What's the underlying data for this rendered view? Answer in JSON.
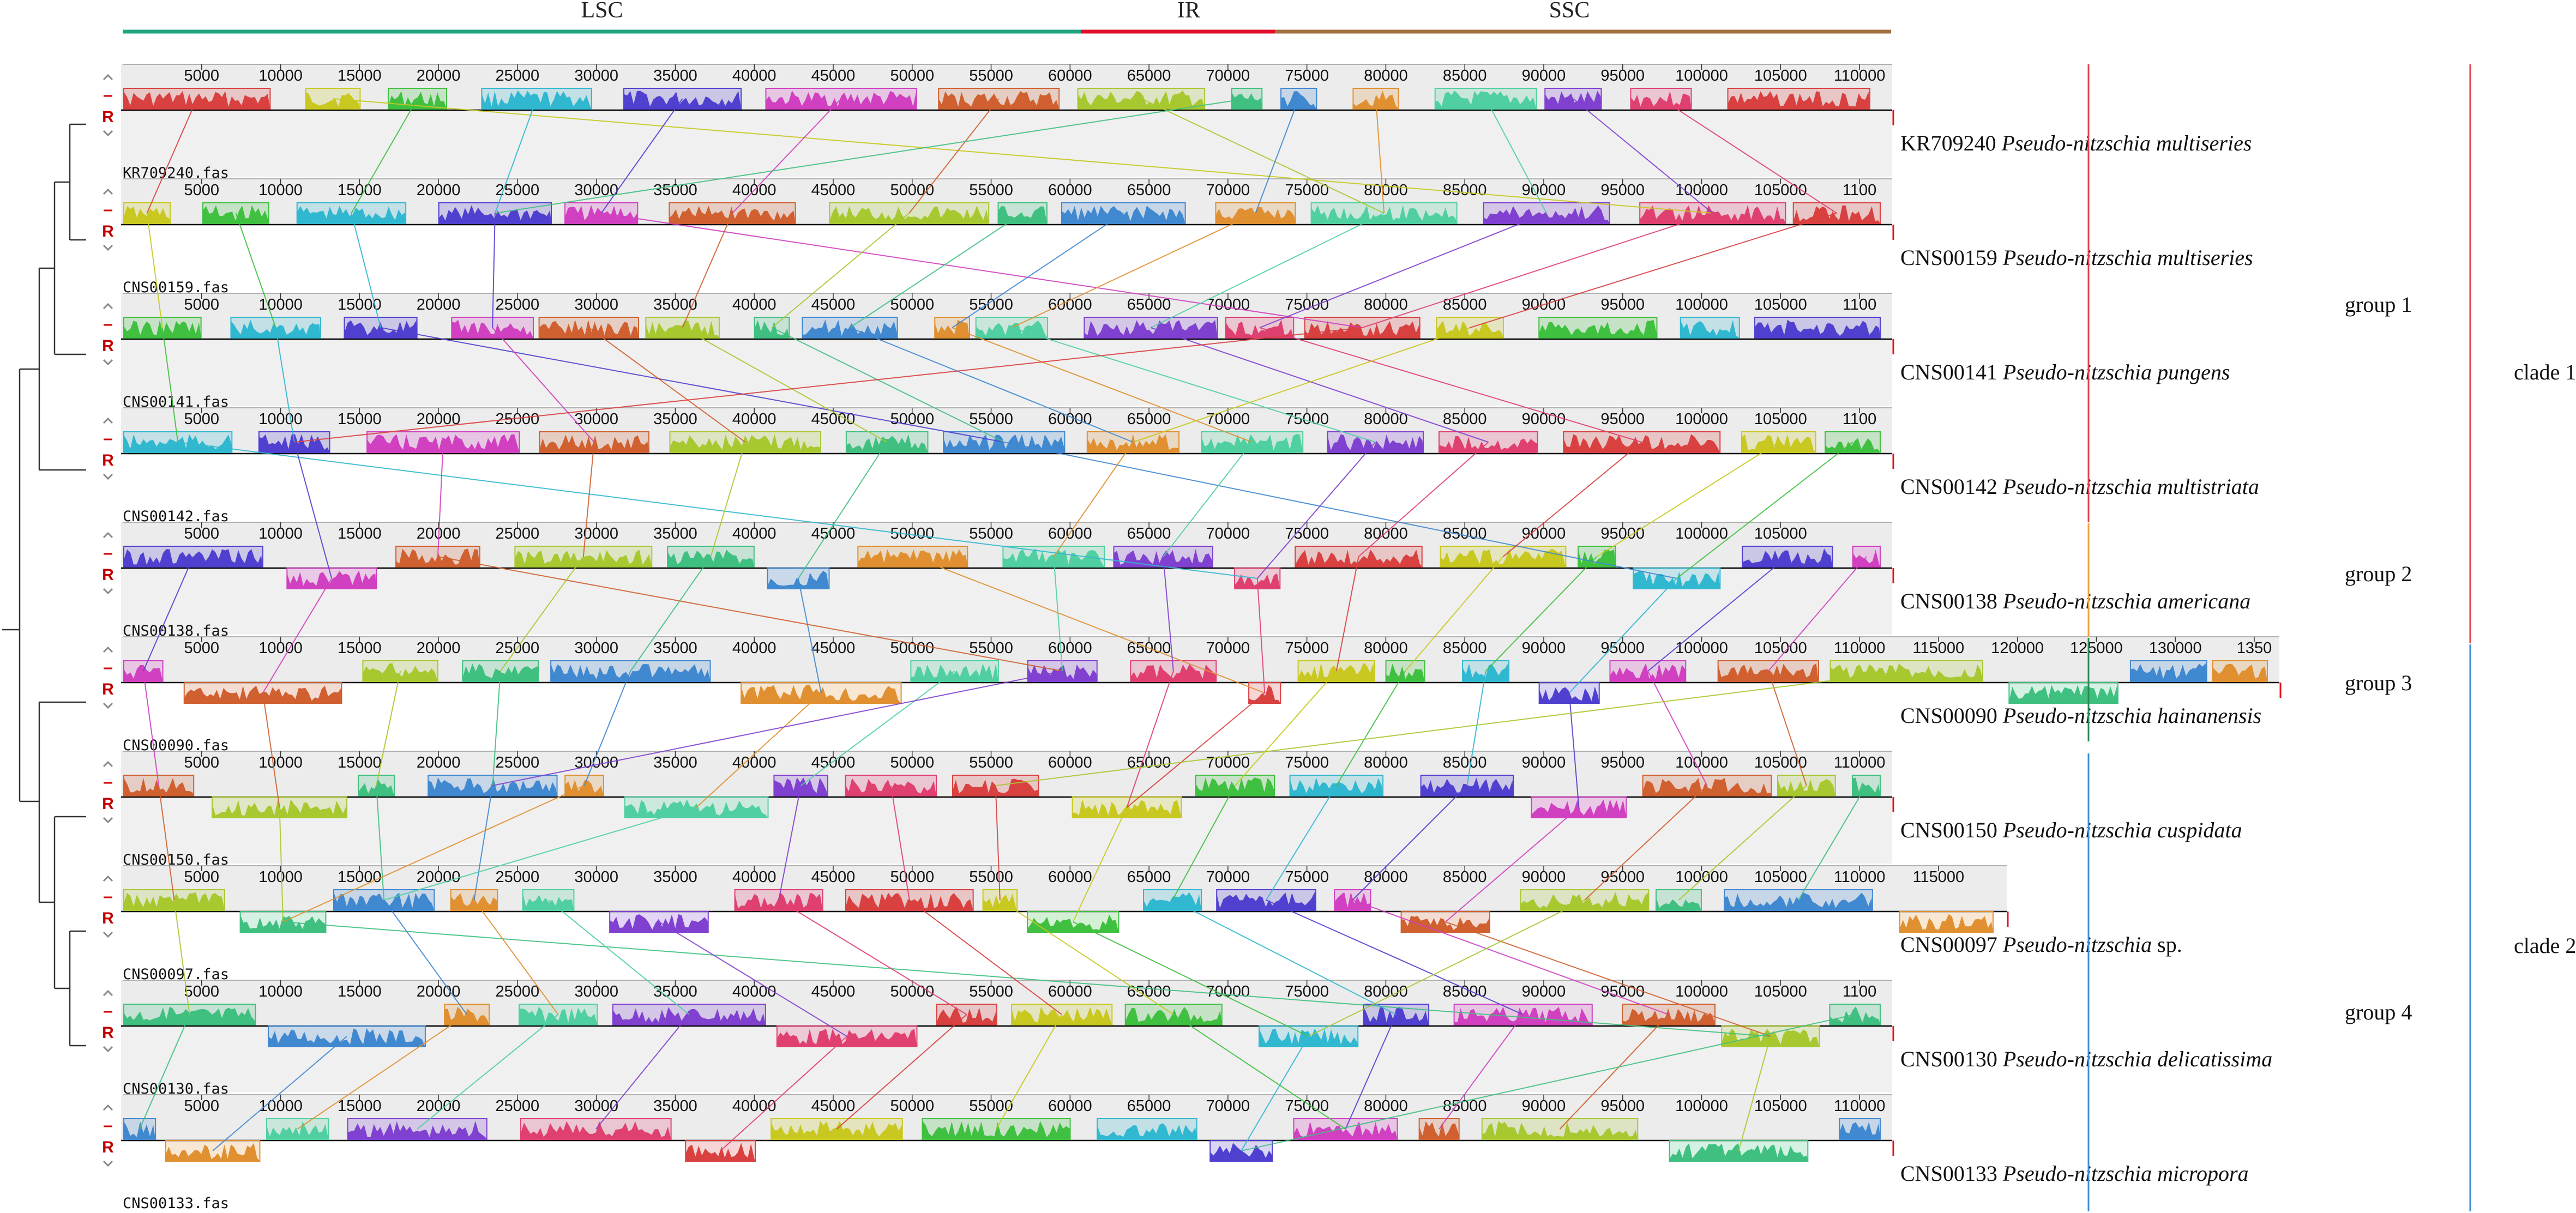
{
  "regions": [
    {
      "label": "LSC",
      "color": "#1fa47f"
    },
    {
      "label": "IR",
      "color": "#e0102a"
    },
    {
      "label": "SSC",
      "color": "#a07040"
    }
  ],
  "tracks": [
    {
      "file": "KR709240.fas",
      "code": "KR709240",
      "species": "Pseudo-nitzschia multiseries",
      "suffix": "",
      "ticks": [
        "5000",
        "10000",
        "15000",
        "20000",
        "25000",
        "30000",
        "35000",
        "40000",
        "45000",
        "50000",
        "55000",
        "60000",
        "65000",
        "70000",
        "75000",
        "80000",
        "85000",
        "90000",
        "95000",
        "100000",
        "105000",
        "110000"
      ]
    },
    {
      "file": "CNS00159.fas",
      "code": "CNS00159",
      "species": "Pseudo-nitzschia multiseries",
      "suffix": "",
      "ticks": [
        "5000",
        "10000",
        "15000",
        "20000",
        "25000",
        "30000",
        "35000",
        "40000",
        "45000",
        "50000",
        "55000",
        "60000",
        "65000",
        "70000",
        "75000",
        "80000",
        "85000",
        "90000",
        "95000",
        "100000",
        "105000",
        "1100"
      ]
    },
    {
      "file": "CNS00141.fas",
      "code": "CNS00141",
      "species": "Pseudo-nitzschia pungens",
      "suffix": "",
      "ticks": [
        "5000",
        "10000",
        "15000",
        "20000",
        "25000",
        "30000",
        "35000",
        "40000",
        "45000",
        "50000",
        "55000",
        "60000",
        "65000",
        "70000",
        "75000",
        "80000",
        "85000",
        "90000",
        "95000",
        "100000",
        "105000",
        "1100"
      ]
    },
    {
      "file": "CNS00142.fas",
      "code": "CNS00142",
      "species": "Pseudo-nitzschia multistriata",
      "suffix": "",
      "ticks": [
        "5000",
        "10000",
        "15000",
        "20000",
        "25000",
        "30000",
        "35000",
        "40000",
        "45000",
        "50000",
        "55000",
        "60000",
        "65000",
        "70000",
        "75000",
        "80000",
        "85000",
        "90000",
        "95000",
        "100000",
        "105000",
        "1100"
      ]
    },
    {
      "file": "CNS00138.fas",
      "code": "CNS00138",
      "species": "Pseudo-nitzschia americana",
      "suffix": "",
      "ticks": [
        "5000",
        "10000",
        "15000",
        "20000",
        "25000",
        "30000",
        "35000",
        "40000",
        "45000",
        "50000",
        "55000",
        "60000",
        "65000",
        "70000",
        "75000",
        "80000",
        "85000",
        "90000",
        "95000",
        "100000",
        "105000"
      ]
    },
    {
      "file": "CNS00090.fas",
      "code": "CNS00090",
      "species": "Pseudo-nitzschia hainanensis",
      "suffix": "",
      "ticks": [
        "5000",
        "10000",
        "15000",
        "20000",
        "25000",
        "30000",
        "35000",
        "40000",
        "45000",
        "50000",
        "55000",
        "60000",
        "65000",
        "70000",
        "75000",
        "80000",
        "85000",
        "90000",
        "95000",
        "100000",
        "105000",
        "110000",
        "115000",
        "120000",
        "125000",
        "130000",
        "1350"
      ]
    },
    {
      "file": "CNS00150.fas",
      "code": "CNS00150",
      "species": "Pseudo-nitzschia cuspidata",
      "suffix": "",
      "ticks": [
        "5000",
        "10000",
        "15000",
        "20000",
        "25000",
        "30000",
        "35000",
        "40000",
        "45000",
        "50000",
        "55000",
        "60000",
        "65000",
        "70000",
        "75000",
        "80000",
        "85000",
        "90000",
        "95000",
        "100000",
        "105000",
        "110000"
      ]
    },
    {
      "file": "CNS00097.fas",
      "code": "CNS00097",
      "species": "Pseudo-nitzschia",
      "suffix": " sp.",
      "ticks": [
        "5000",
        "10000",
        "15000",
        "20000",
        "25000",
        "30000",
        "35000",
        "40000",
        "45000",
        "50000",
        "55000",
        "60000",
        "65000",
        "70000",
        "75000",
        "80000",
        "85000",
        "90000",
        "95000",
        "100000",
        "105000",
        "110000",
        "115000"
      ]
    },
    {
      "file": "CNS00130.fas",
      "code": "CNS00130",
      "species": "Pseudo-nitzschia delicatissima",
      "suffix": "",
      "ticks": [
        "5000",
        "10000",
        "15000",
        "20000",
        "25000",
        "30000",
        "35000",
        "40000",
        "45000",
        "50000",
        "55000",
        "60000",
        "65000",
        "70000",
        "75000",
        "80000",
        "85000",
        "90000",
        "95000",
        "100000",
        "105000",
        "1100"
      ]
    },
    {
      "file": "CNS00133.fas",
      "code": "CNS00133",
      "species": "Pseudo-nitzschia micropora",
      "suffix": "",
      "ticks": [
        "5000",
        "10000",
        "15000",
        "20000",
        "25000",
        "30000",
        "35000",
        "40000",
        "45000",
        "50000",
        "55000",
        "60000",
        "65000",
        "70000",
        "75000",
        "80000",
        "85000",
        "90000",
        "95000",
        "100000",
        "105000",
        "110000"
      ]
    }
  ],
  "groups": [
    {
      "label": "group 1",
      "color": "#e04050"
    },
    {
      "label": "group 2",
      "color": "#f0a040"
    },
    {
      "label": "group 3",
      "color": "#2a8a50"
    },
    {
      "label": "group 4",
      "color": "#3a8ed8"
    }
  ],
  "clades": [
    {
      "label": "clade 1",
      "color": "#e04050"
    },
    {
      "label": "clade 2",
      "color": "#3a8ed8"
    }
  ],
  "control_letter": "R",
  "block_colors": [
    "#d94040",
    "#c8c820",
    "#40c040",
    "#30b8d0",
    "#5040d0",
    "#d040c0",
    "#d06030",
    "#a8c830",
    "#40c080",
    "#4088d0",
    "#e09030",
    "#50d0a0",
    "#8040d0",
    "#e04070"
  ]
}
